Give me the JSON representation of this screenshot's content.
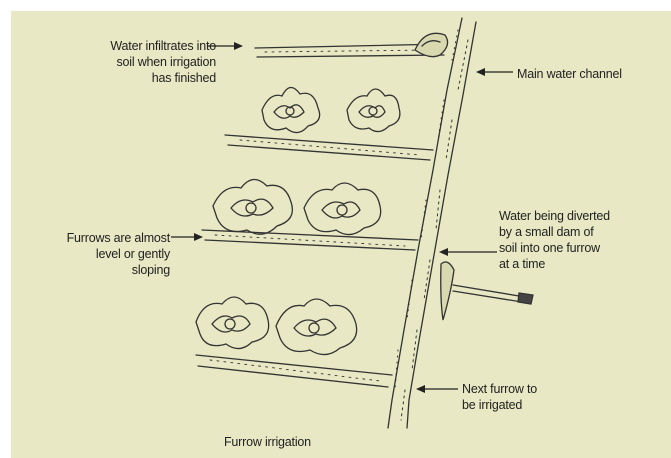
{
  "colors": {
    "background": "#e8e8c4",
    "ink": "#222222"
  },
  "labels": {
    "water_infiltrates": "Water infiltrates into\nsoil when irrigation\nhas finished",
    "main_channel": "Main water channel",
    "furrows_level": "Furrows are almost\nlevel or gently\nsloping",
    "water_diverted": "Water being diverted\nby a small dam of\nsoil into one furrow\nat a time",
    "next_furrow": "Next furrow to\nbe irrigated",
    "caption": "Furrow irrigation"
  }
}
